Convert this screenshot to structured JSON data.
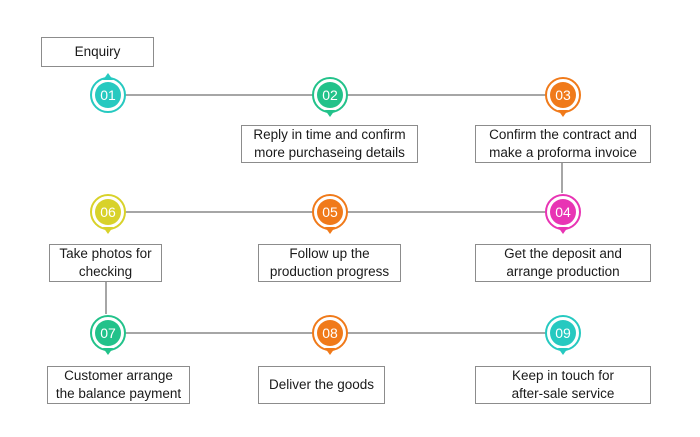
{
  "colors": {
    "line": "#a6a6a6",
    "box_border": "#8c8c8c",
    "teal": "#26c9c0",
    "green": "#22c28a",
    "orange": "#f07a1a",
    "magenta": "#e834b4",
    "yellow": "#d8d22a"
  },
  "steps": [
    {
      "number": "01",
      "label": "Enquiry",
      "color": "#26c9c0"
    },
    {
      "number": "02",
      "label": "Reply in time and confirm\nmore purchaseing details",
      "color": "#22c28a"
    },
    {
      "number": "03",
      "label": "Confirm the contract and\nmake a proforma invoice",
      "color": "#f07a1a"
    },
    {
      "number": "04",
      "label": "Get the deposit and\narrange production",
      "color": "#e834b4"
    },
    {
      "number": "05",
      "label": "Follow up the\nproduction progress",
      "color": "#f07a1a"
    },
    {
      "number": "06",
      "label": "Take photos for\nchecking",
      "color": "#d8d22a"
    },
    {
      "number": "07",
      "label": "Customer arrange\nthe balance payment",
      "color": "#22c28a"
    },
    {
      "number": "08",
      "label": "Deliver the goods",
      "color": "#f07a1a"
    },
    {
      "number": "09",
      "label": "Keep in touch for\nafter-sale service",
      "color": "#26c9c0"
    }
  ]
}
